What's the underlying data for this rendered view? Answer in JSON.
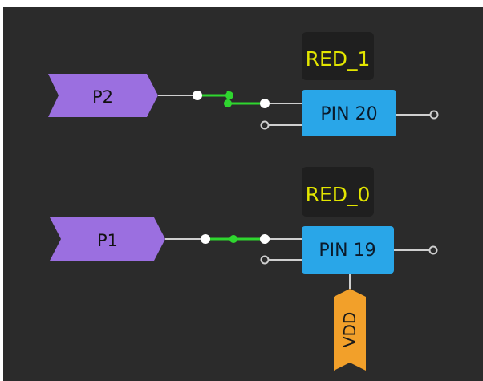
{
  "schematic": {
    "colors": {
      "background": "#2b2b2b",
      "frame": "#ffffff",
      "port_fill": "#9b6fe0",
      "port_text": "#111111",
      "pin_fill": "#29a6e8",
      "pin_text": "#0b1a2a",
      "label_bg": "#1f1f1f",
      "label_text": "#e3e600",
      "wire": "#cfcfcf",
      "active_wire": "#2fd62f",
      "vdd_fill": "#f2a02a",
      "vdd_text": "#1a1a1a"
    },
    "ports": [
      {
        "label": "P2",
        "icon": "input-port-arrow"
      },
      {
        "label": "P1",
        "icon": "input-port-arrow"
      }
    ],
    "pins": [
      {
        "label": "PIN 20",
        "net_label": "RED_1"
      },
      {
        "label": "PIN 19",
        "net_label": "RED_0"
      }
    ],
    "supply": {
      "label": "VDD"
    }
  }
}
